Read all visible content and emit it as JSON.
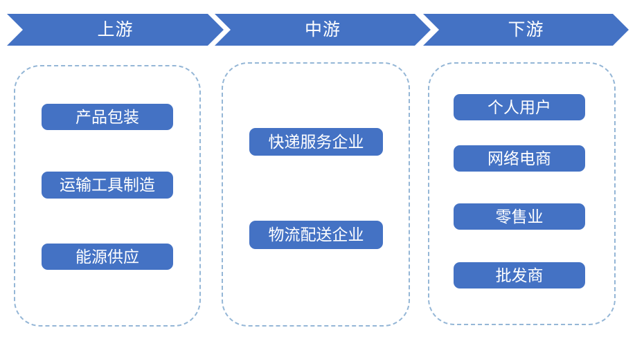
{
  "diagram": {
    "title": "express-delivery-industry-chain",
    "stages": [
      {
        "label": "上游",
        "items": [
          "产品包装",
          "运输工具制造",
          "能源供应"
        ]
      },
      {
        "label": "中游",
        "items": [
          "快递服务企业",
          "物流配送企业"
        ]
      },
      {
        "label": "下游",
        "items": [
          "个人用户",
          "网络电商",
          "零售业",
          "批发商"
        ]
      }
    ],
    "colors": {
      "arrow_fill": "#4472C4",
      "box_fill": "#4472C4",
      "text": "#FFFFFF",
      "dashed_border": "#94B6D6",
      "background": "#FFFFFF"
    }
  }
}
